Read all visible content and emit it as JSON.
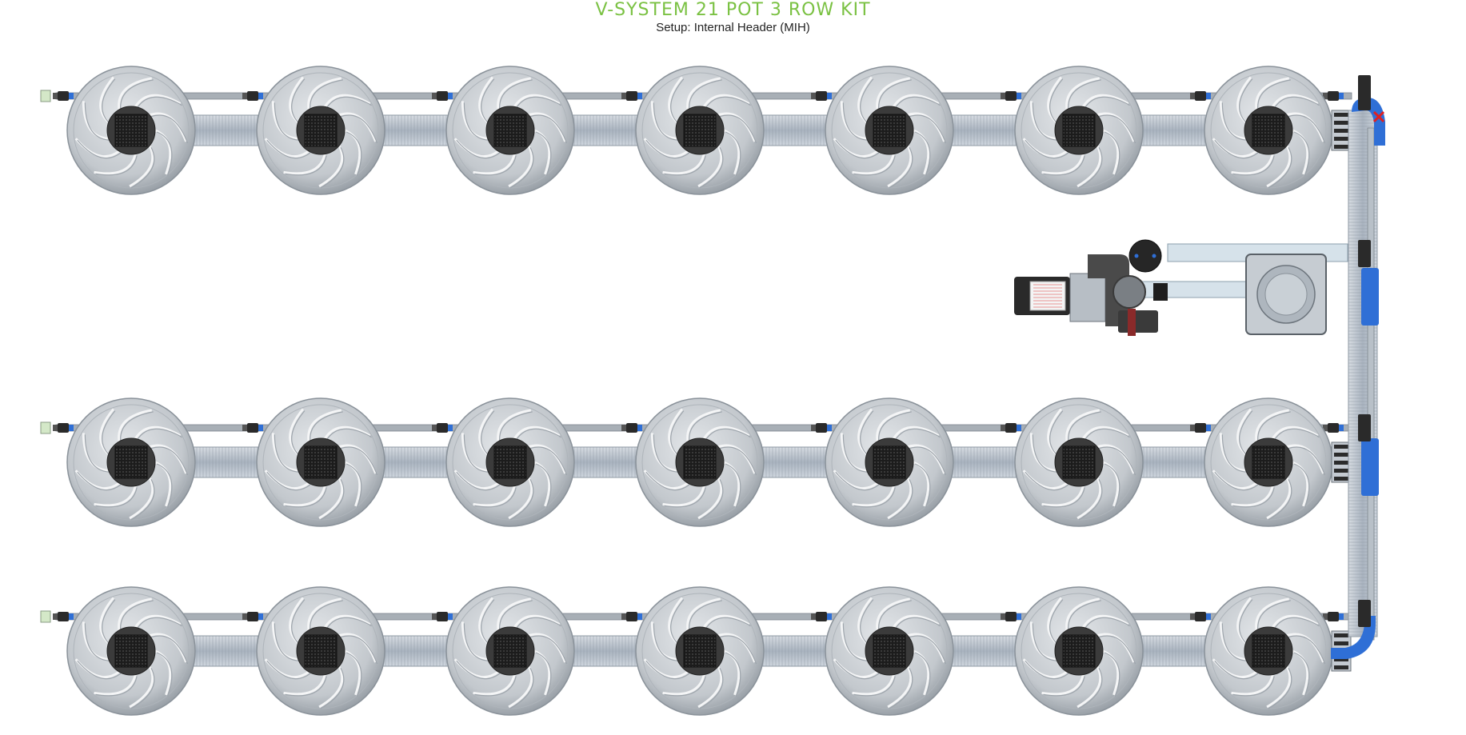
{
  "header": {
    "title": "V-SYSTEM 21 POT 3 ROW KIT",
    "subtitle": "Setup: Internal Header (MIH)"
  },
  "layout_info": {
    "rows": 3,
    "pots_per_row": 7
  },
  "colors": {
    "title_green": "#7ac142",
    "pipe_blue": "#2f6fd6",
    "pot_grey": "#b9bec4",
    "fitting_black": "#2a2a2a"
  }
}
